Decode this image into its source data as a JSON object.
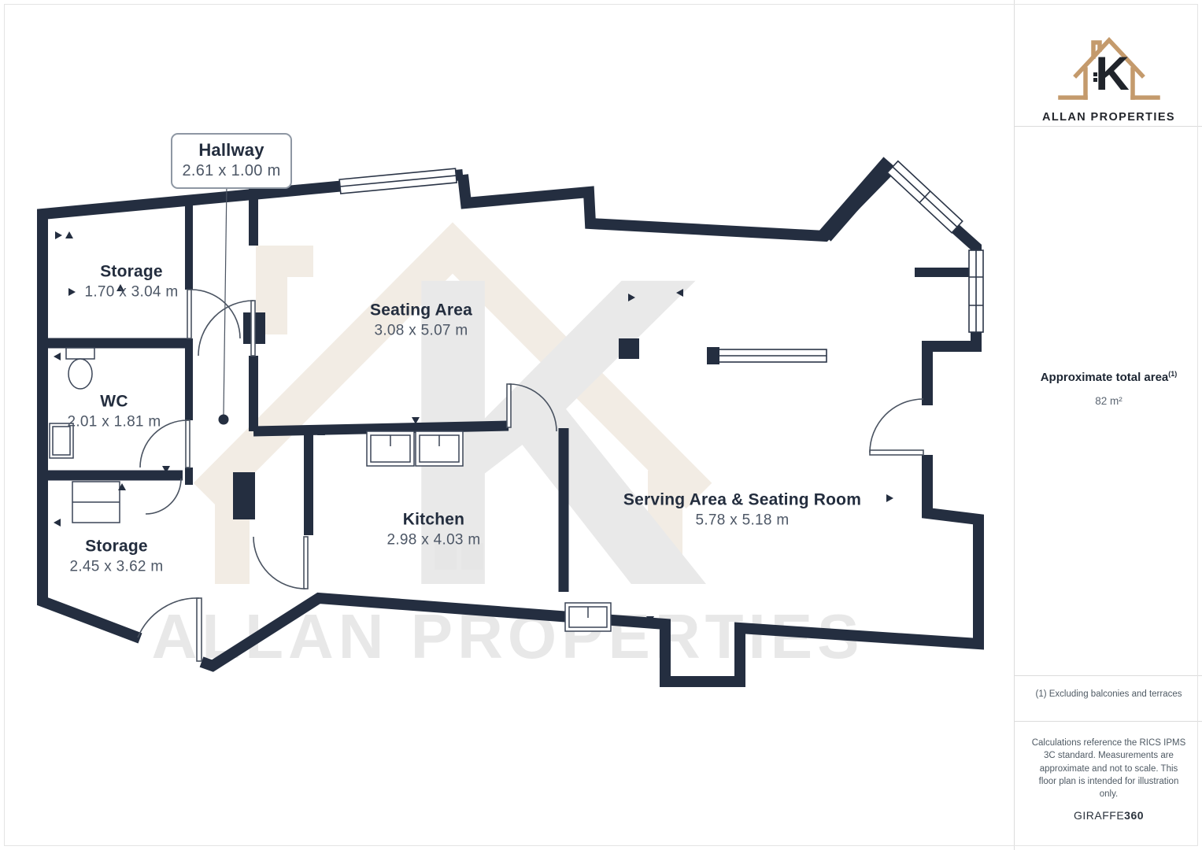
{
  "floorplan": {
    "rooms": [
      {
        "name": "Hallway",
        "dims": "2.61 x 1.00 m"
      },
      {
        "name": "Storage",
        "dims": "1.70 x 3.04 m"
      },
      {
        "name": "WC",
        "dims": "2.01 x 1.81 m"
      },
      {
        "name": "Seating Area",
        "dims": "3.08 x 5.07 m"
      },
      {
        "name": "Kitchen",
        "dims": "2.98 x 4.03 m"
      },
      {
        "name": "Storage",
        "dims": "2.45 x 3.62 m"
      },
      {
        "name": "Serving Area & Seating Room",
        "dims": "5.78 x 5.18 m"
      }
    ],
    "watermark_text": "ALLAN PROPERTIES",
    "watermark_monogram": "K"
  },
  "sidebar": {
    "logo": {
      "brand": "ALLAN PROPERTIES",
      "monogram": "K"
    },
    "area_title": "Approximate total area",
    "area_superscript": "(1)",
    "area_value": "82 m²",
    "footnote": "(1) Excluding balconies and terraces",
    "disclaimer": "Calculations reference the RICS IPMS 3C standard. Measurements are approximate and not to scale. This floor plan is intended for illustration only.",
    "credit_brand": "GIRAFFE",
    "credit_suffix": "360"
  },
  "colors": {
    "wall": "#242e40",
    "accent_tan": "#c49a6c",
    "label_dark": "#232d3e",
    "dims_grey": "#4d5766"
  }
}
